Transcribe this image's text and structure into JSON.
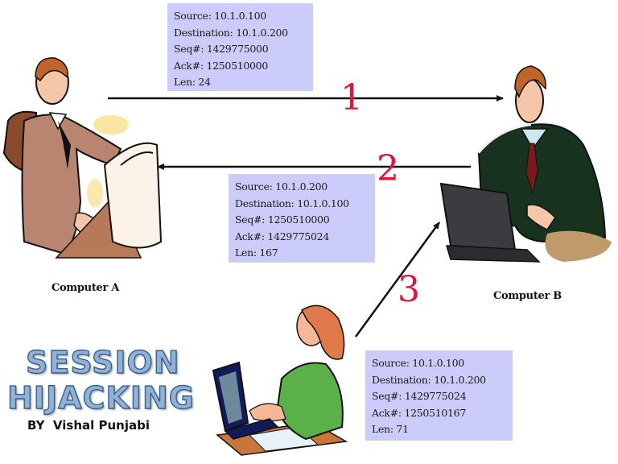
{
  "diagram": {
    "title_line1": "SESSION",
    "title_line2": "HIJACKING",
    "byline": "BY  Vishal Punjabi",
    "nodes": {
      "computer_a": {
        "label": "Computer A"
      },
      "computer_b": {
        "label": "Computer B"
      },
      "attacker": {
        "label": ""
      }
    },
    "steps": [
      {
        "number": "1",
        "direction": "Computer A → Computer B",
        "packet": {
          "source": "Source: 10.1.0.100",
          "destination": "Destination: 10.1.0.200",
          "seq": "Seq#: 1429775000",
          "ack": "Ack#: 1250510000",
          "len": "Len: 24"
        }
      },
      {
        "number": "2",
        "direction": "Computer B → Computer A",
        "packet": {
          "source": "Source: 10.1.0.200",
          "destination": "Destination: 10.1.0.100",
          "seq": "Seq#: 1250510000",
          "ack": "Ack#: 1429775024",
          "len": "Len: 167"
        }
      },
      {
        "number": "3",
        "direction": "Attacker → Computer B",
        "packet": {
          "source": "Source: 10.1.0.100",
          "destination": "Destination: 10.1.0.200",
          "seq": "Seq#: 1429775024",
          "ack": "Ack#: 1250510167",
          "len": "Len: 71"
        }
      }
    ],
    "colors": {
      "packet_box": "#ccccfa",
      "step_number": "#e0143c",
      "arrow": "#111111",
      "title_fill": "#8fb2d6",
      "title_stroke": "#3c5f86"
    }
  }
}
